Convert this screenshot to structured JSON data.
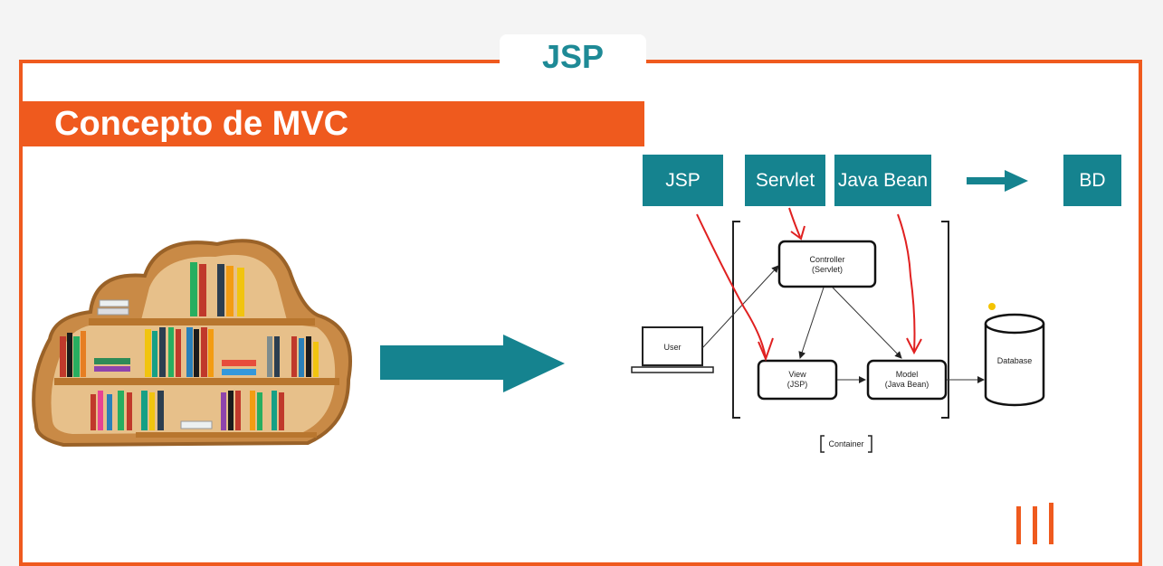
{
  "slide": {
    "header_tab": "JSP",
    "title": "Concepto de MVC"
  },
  "tech_boxes": {
    "jsp": "JSP",
    "servlet": "Servlet",
    "java_bean": "Java Bean",
    "bd": "BD"
  },
  "diagram": {
    "user": "User",
    "controller_line1": "Controller",
    "controller_line2": "(Servlet)",
    "view_line1": "View",
    "view_line2": "(JSP)",
    "model_line1": "Model",
    "model_line2": "(Java Bean)",
    "database": "Database",
    "container": "Container"
  },
  "colors": {
    "accent_orange": "#ef5a1e",
    "teal": "#15838f",
    "annotation_red": "#e02020"
  }
}
